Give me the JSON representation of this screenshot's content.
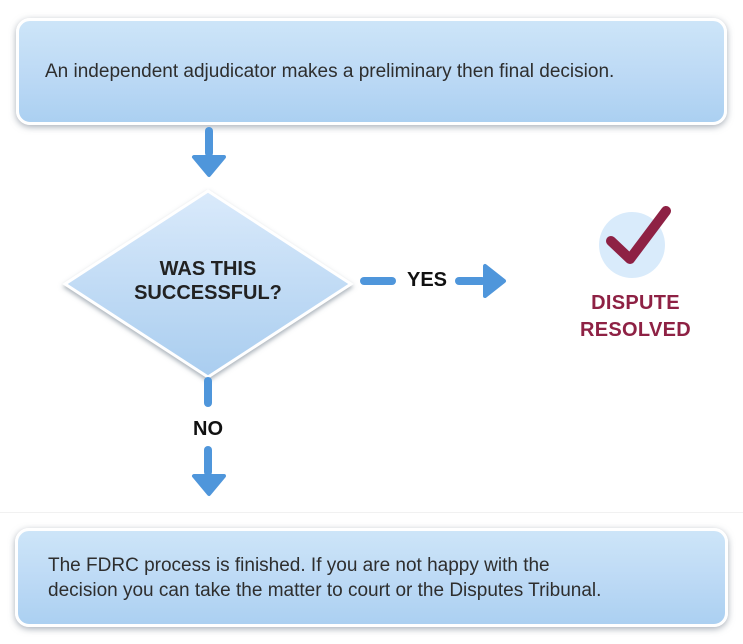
{
  "flowchart": {
    "adjudicator_box": {
      "text": "An independent adjudicator makes a preliminary then final decision."
    },
    "decision_diamond": {
      "line1": "WAS THIS",
      "line2": "SUCCESSFUL?"
    },
    "yes_branch": {
      "label": "YES",
      "result": {
        "icon": "checkmark-icon",
        "line1": "DISPUTE",
        "line2": "RESOLVED"
      }
    },
    "no_branch": {
      "label": "NO"
    },
    "finished_box": {
      "line1": "The FDRC process is finished. If you are not happy with the",
      "line2": "decision you can take the matter to court or the Disputes Tribunal."
    },
    "colors": {
      "arrow_blue": "#4f96db",
      "box_fill_light": "#cde5f8",
      "box_fill_dark": "#abd0f1",
      "resolved_maroon": "#8e2144",
      "circle_fill": "#d9ebfb",
      "text_dark": "#2e2e2e"
    }
  }
}
